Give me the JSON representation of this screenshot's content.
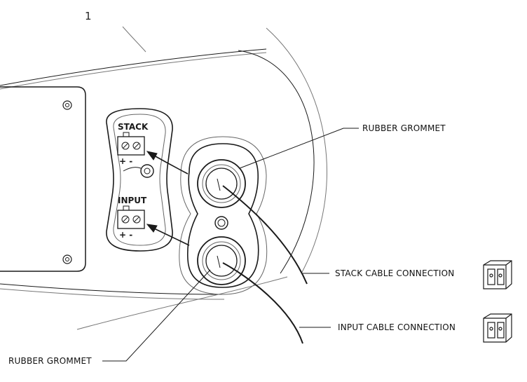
{
  "figure_number": "1",
  "labels": {
    "rubber_grommet_top": "RUBBER GROMMET",
    "rubber_grommet_bottom": "RUBBER GROMMET",
    "stack_cable": "STACK CABLE CONNECTION",
    "input_cable": "INPUT CABLE CONNECTION"
  },
  "terminals": {
    "stack_label": "STACK",
    "input_label": "INPUT",
    "polarity": "+ -"
  },
  "colors": {
    "line": "#1a1a1a",
    "thin_line": "#555555"
  },
  "icons": [
    "connector-plug-icon",
    "screw-icon",
    "grommet-icon"
  ]
}
